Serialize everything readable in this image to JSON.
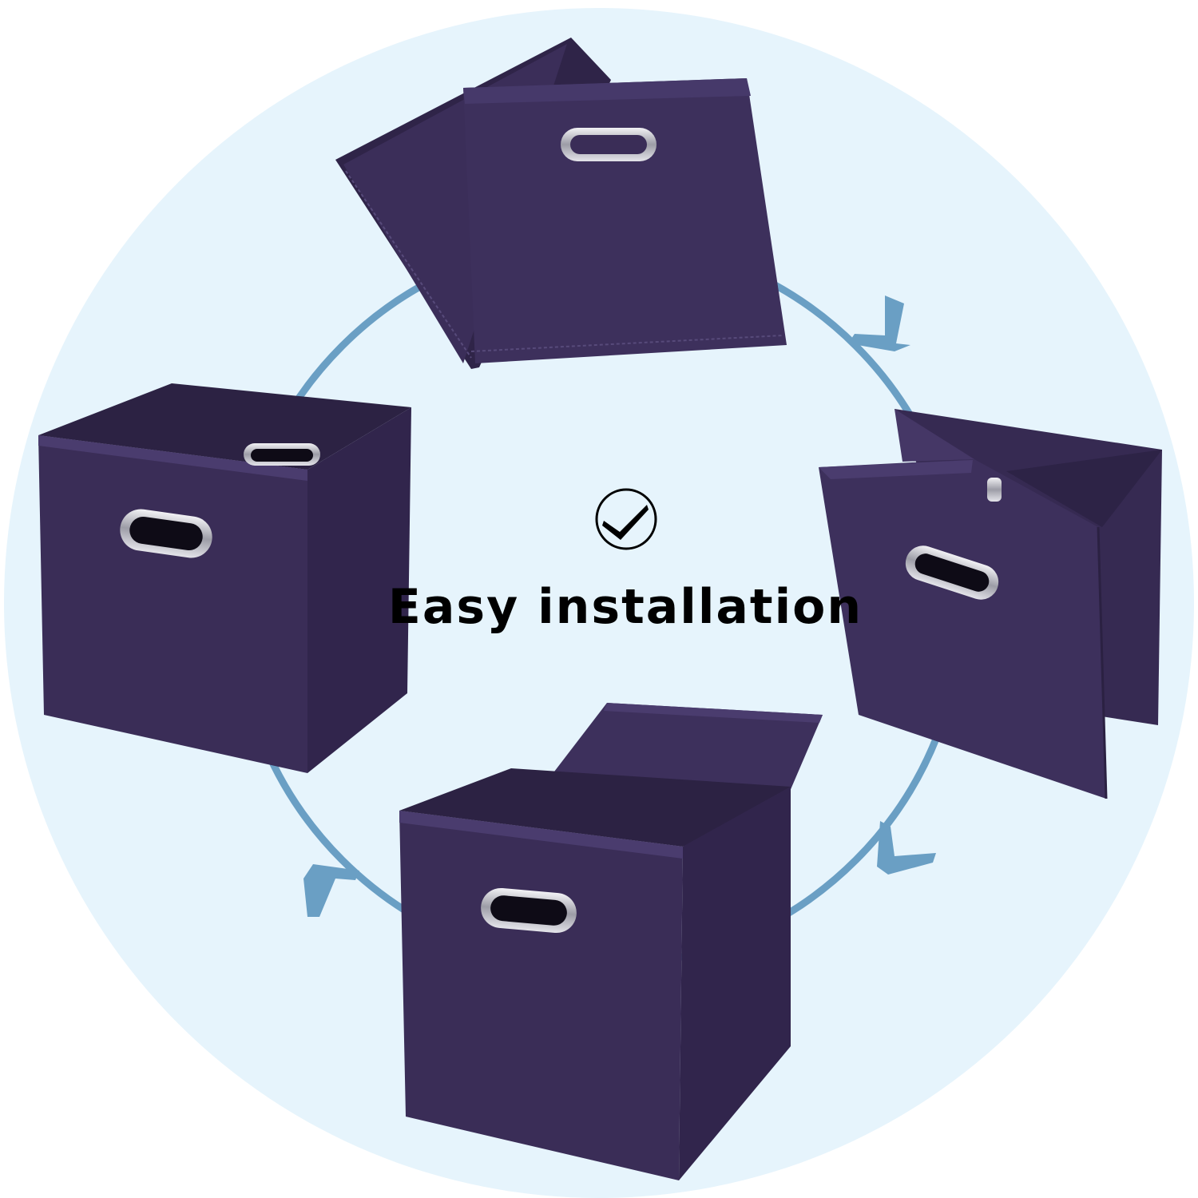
{
  "headline": "Easy installation",
  "badge_icon": "checkmark-in-circle",
  "colors": {
    "background": "#ffffff",
    "circle_fill": "#e6f4fc",
    "arrow": "#6a9fc4",
    "fabric": "#3a2d57",
    "fabric_dark": "#2d2346",
    "fabric_light": "#453766",
    "handle_metal": "#c9c9cf",
    "text": "#000000"
  },
  "steps": [
    {
      "id": "folded-flat",
      "icon": "folded-flat-bin"
    },
    {
      "id": "partially-unfolded",
      "icon": "partially-unfolded-bin"
    },
    {
      "id": "inserting-bottom-panel",
      "icon": "bin-with-insert-panel"
    },
    {
      "id": "assembled",
      "icon": "assembled-storage-cube"
    }
  ]
}
